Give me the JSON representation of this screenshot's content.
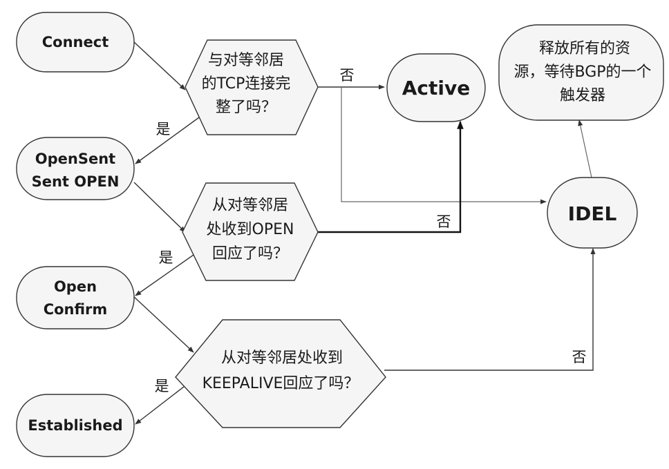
{
  "nodes": {
    "connect": "Connect",
    "opensent_line1": "OpenSent",
    "opensent_line2": "Sent OPEN",
    "openconfirm_line1": "Open",
    "openconfirm_line2": "Confirm",
    "established": "Established",
    "active": "Active",
    "idel": "IDEL",
    "release_line1": "释放所有的资",
    "release_line2": "源，等待BGP的一个",
    "release_line3": "触发器"
  },
  "decisions": {
    "tcp_line1": "与对等邻居",
    "tcp_line2": "的TCP连接完",
    "tcp_line3": "整了吗？",
    "open_line1": "从对等邻居",
    "open_line2": "处收到OPEN",
    "open_line3": "回应了吗？",
    "keepalive_line1": "从对等邻居处收到",
    "keepalive_line2": "KEEPALIVE回应了吗？"
  },
  "edge_labels": {
    "yes": "是",
    "no": "否"
  },
  "colors": {
    "node_fill": "#f5f5f5",
    "stroke": "#333333",
    "text": "#1a1a1a"
  }
}
